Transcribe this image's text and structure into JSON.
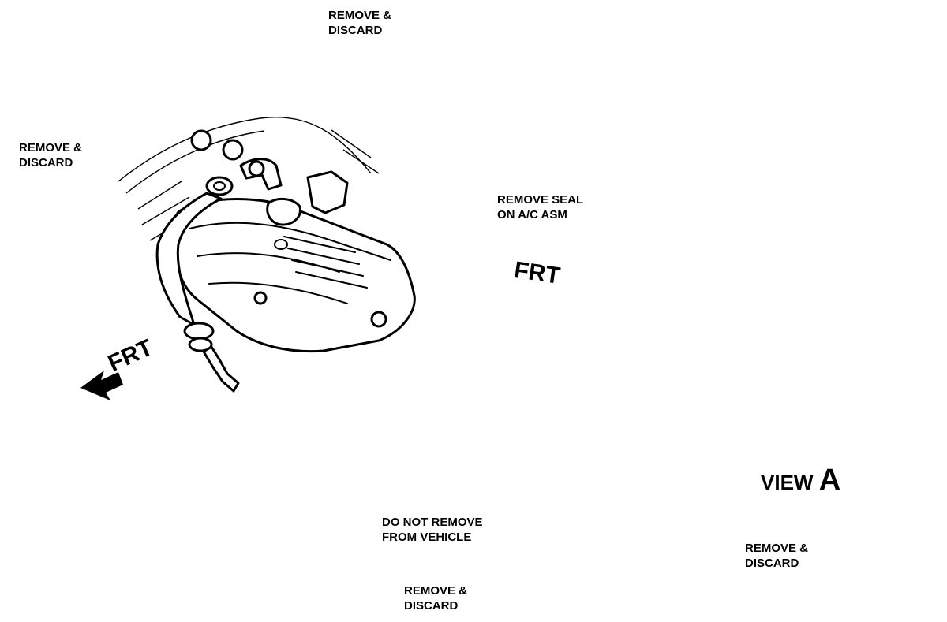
{
  "callouts": {
    "top_remove": [
      "REMOVE &",
      "DISCARD"
    ],
    "left_remove": [
      "REMOVE &",
      "DISCARD"
    ],
    "seal": [
      "REMOVE SEAL",
      "ON A/C ASM"
    ],
    "do_not_remove": [
      "DO NOT REMOVE",
      "FROM VEHICLE"
    ],
    "right_remove": [
      "REMOVE &",
      "DISCARD"
    ],
    "bottom_remove": [
      "REMOVE &",
      "DISCARD"
    ]
  },
  "frt_label": "FRT",
  "view": {
    "word": "VIEW",
    "letter": "A"
  },
  "icons": [
    "front-direction-arrow-icon",
    "leader-arrow-icon"
  ]
}
